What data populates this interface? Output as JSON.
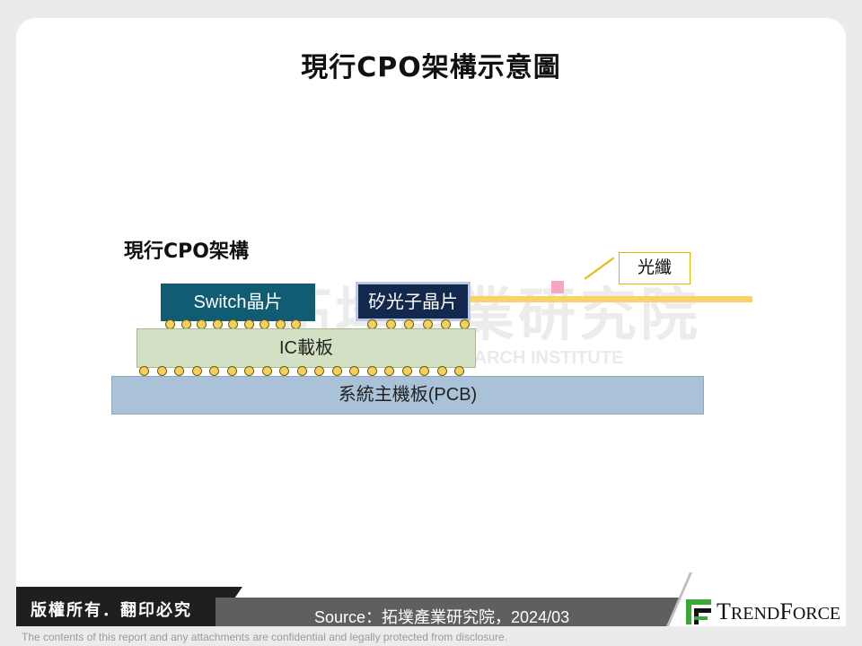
{
  "title": "現行CPO架構示意圖",
  "diagram": {
    "subtitle": "現行CPO架構",
    "switch_chip": "Switch晶片",
    "photonic_chip": "矽光子晶片",
    "ic_substrate": "IC載板",
    "pcb": "系統主機板(PCB)",
    "fiber_label": "光纖"
  },
  "watermark": {
    "chinese": "拓墣產業研究院",
    "english": "TOPOLOGY RESEARCH INSTITUTE"
  },
  "footer": {
    "copyright": "版權所有．翻印必究",
    "source": "Source：拓墣產業研究院，2024/03",
    "logo_first": "T",
    "logo_rest_1": "REND",
    "logo_mid": "F",
    "logo_rest_2": "ORCE",
    "disclaimer": "The contents of this report and any attachments are confidential and legally protected from disclosure."
  },
  "colors": {
    "switch_chip": "#0f5c73",
    "photonic_chip": "#12284c",
    "ic_substrate": "#d2e0c4",
    "pcb": "#a9c2d8",
    "fiber": "#f7d36a",
    "solder_ball": "#f6d159",
    "logo_green": "#3aa935"
  }
}
